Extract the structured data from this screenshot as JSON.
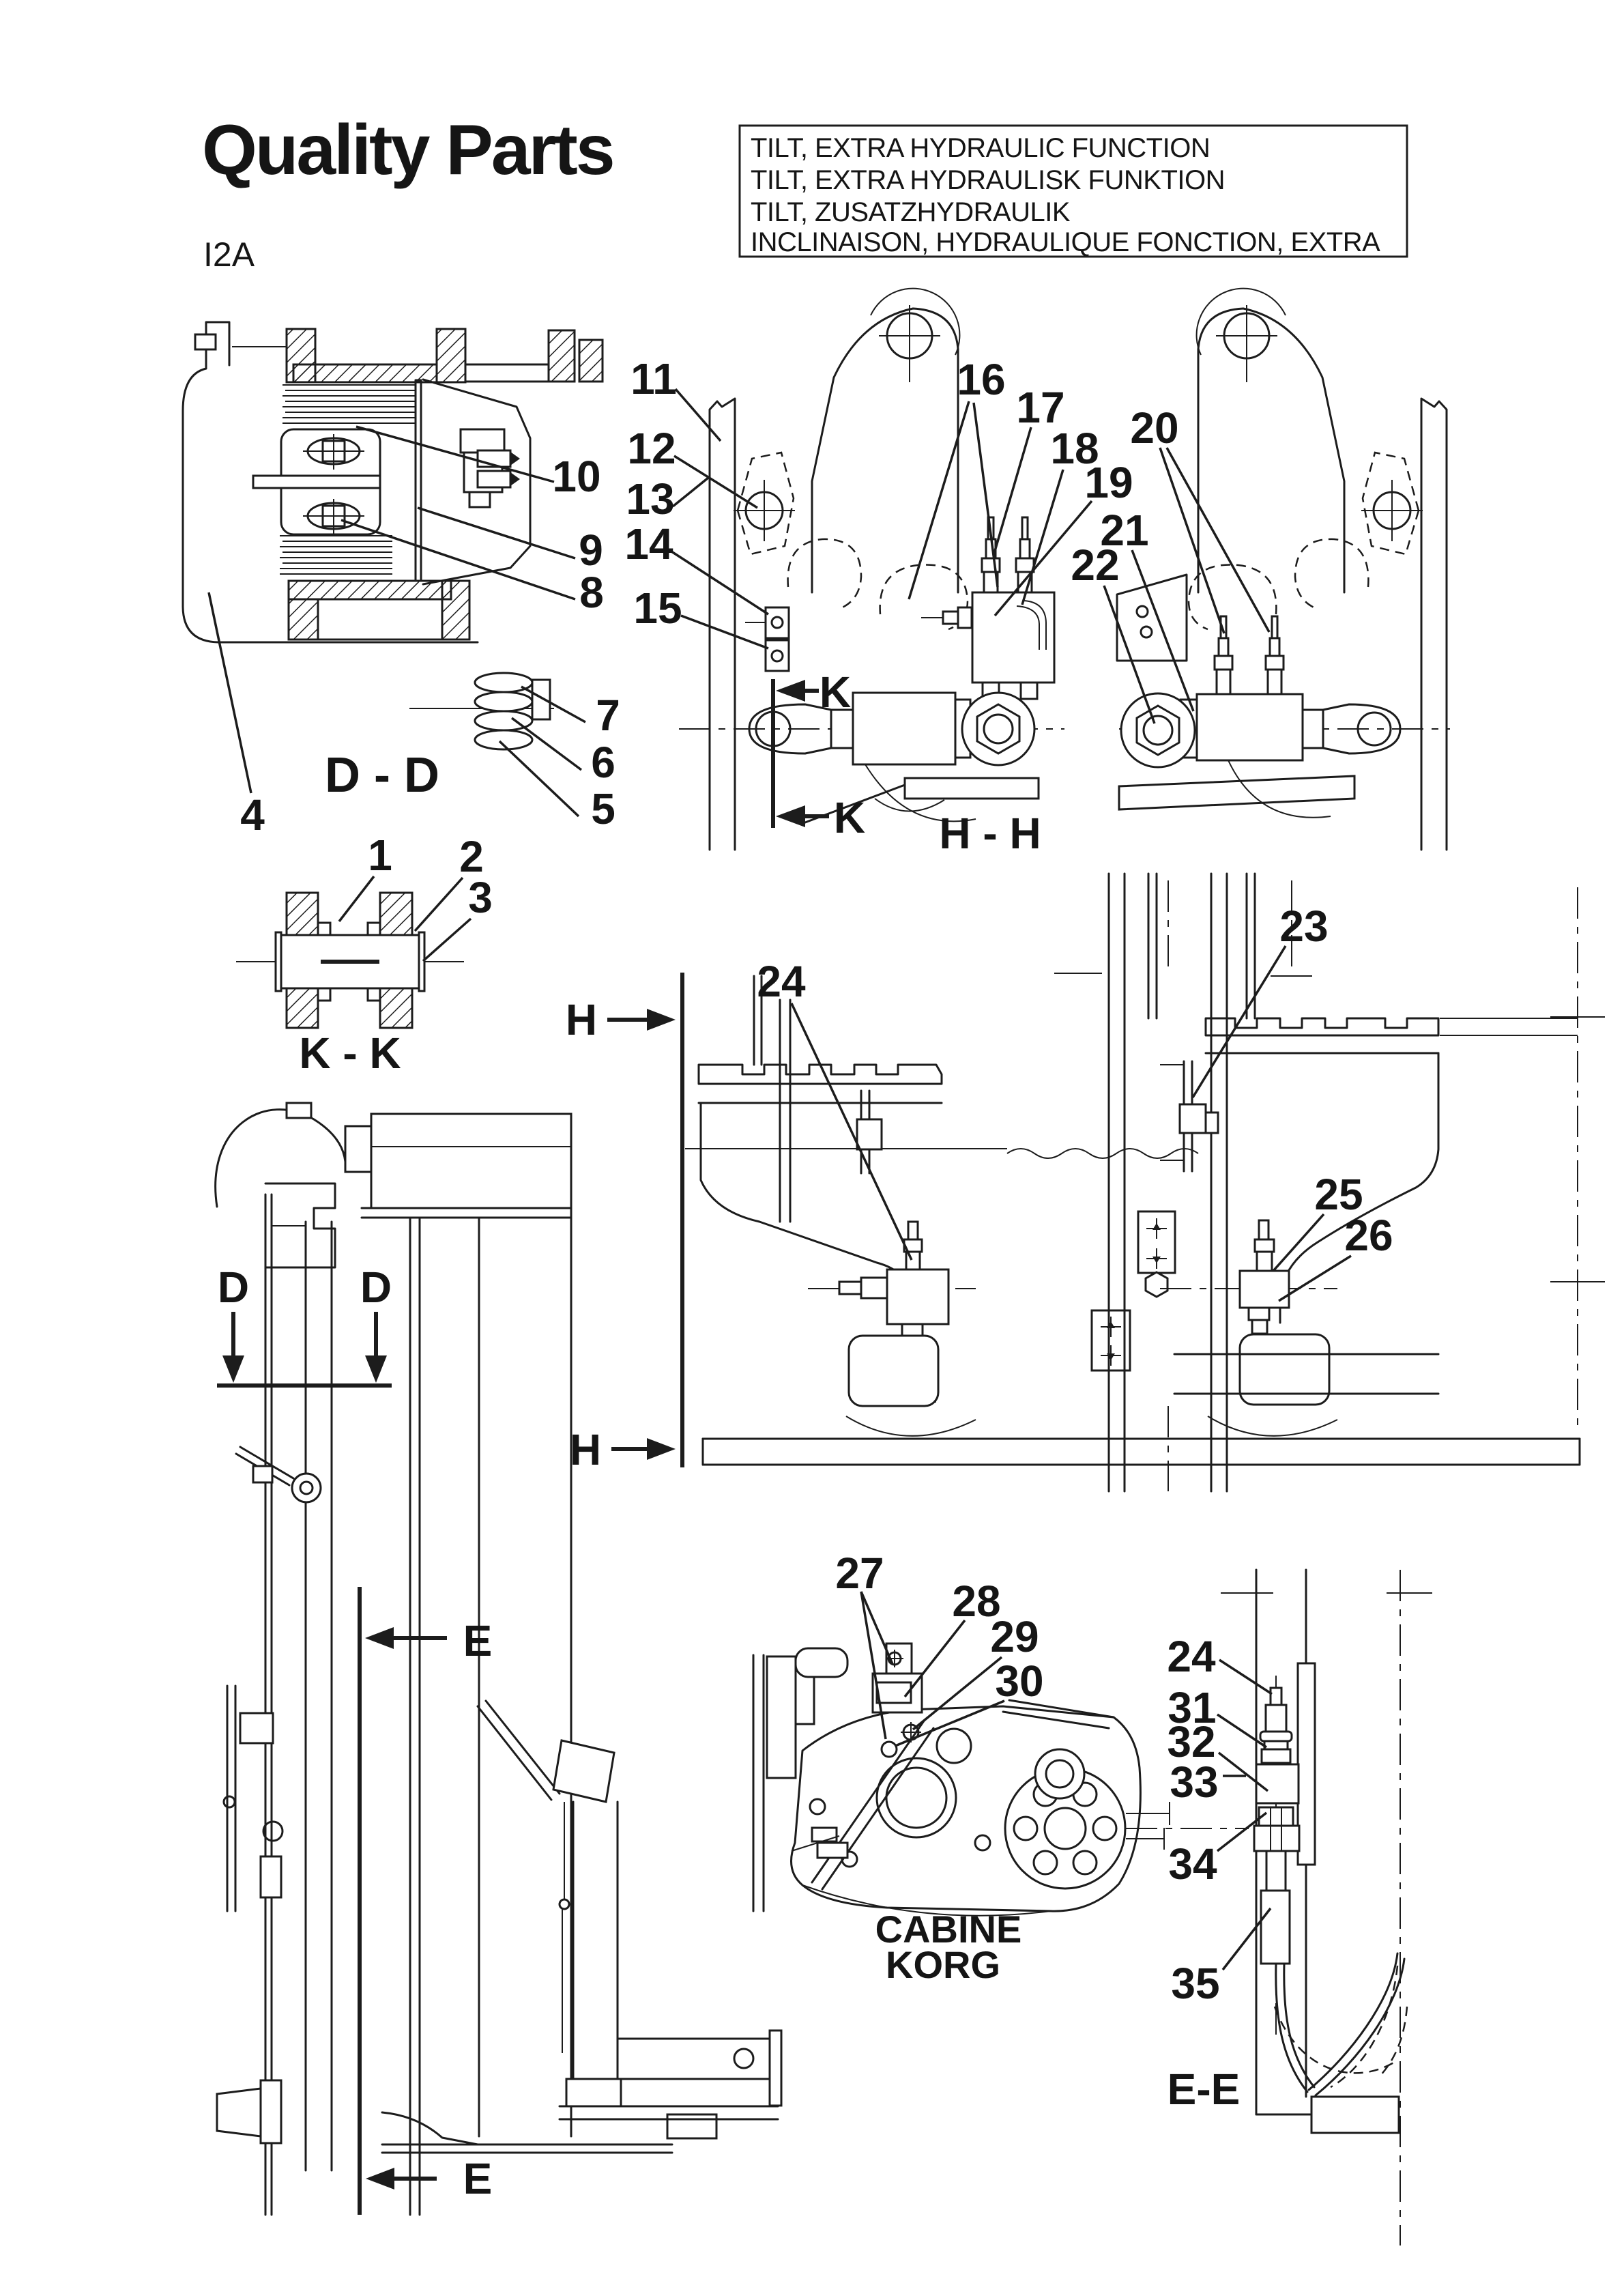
{
  "header": {
    "brand_title": "Quality Parts",
    "page_code": "I2A",
    "title_box": [
      "TILT, EXTRA HYDRAULIC FUNCTION",
      "TILT, EXTRA HYDRAULISK FUNKTION",
      "TILT, ZUSATZHYDRAULIK",
      "INCLINAISON, HYDRAULIQUE FONCTION, EXTRA"
    ]
  },
  "section_labels": {
    "dd": "D - D",
    "kk": "K - K",
    "hh": "H - H",
    "ee": "E-E",
    "d": "D",
    "e": "E",
    "h": "H",
    "k": "K"
  },
  "cab_label": {
    "line1": "CABINE",
    "line2": "KORG"
  },
  "callouts": {
    "c1": "1",
    "c2": "2",
    "c3": "3",
    "c4": "4",
    "c5": "5",
    "c6": "6",
    "c7": "7",
    "c8": "8",
    "c9": "9",
    "c10": "10",
    "c11": "11",
    "c12": "12",
    "c13": "13",
    "c14": "14",
    "c15": "15",
    "c16": "16",
    "c17": "17",
    "c18": "18",
    "c19": "19",
    "c20": "20",
    "c21": "21",
    "c22": "22",
    "c23": "23",
    "c24": "24",
    "c25": "25",
    "c26": "26",
    "c27": "27",
    "c28": "28",
    "c29": "29",
    "c30": "30",
    "c31": "31",
    "c32": "32",
    "c33": "33",
    "c34": "34",
    "c35": "35"
  }
}
